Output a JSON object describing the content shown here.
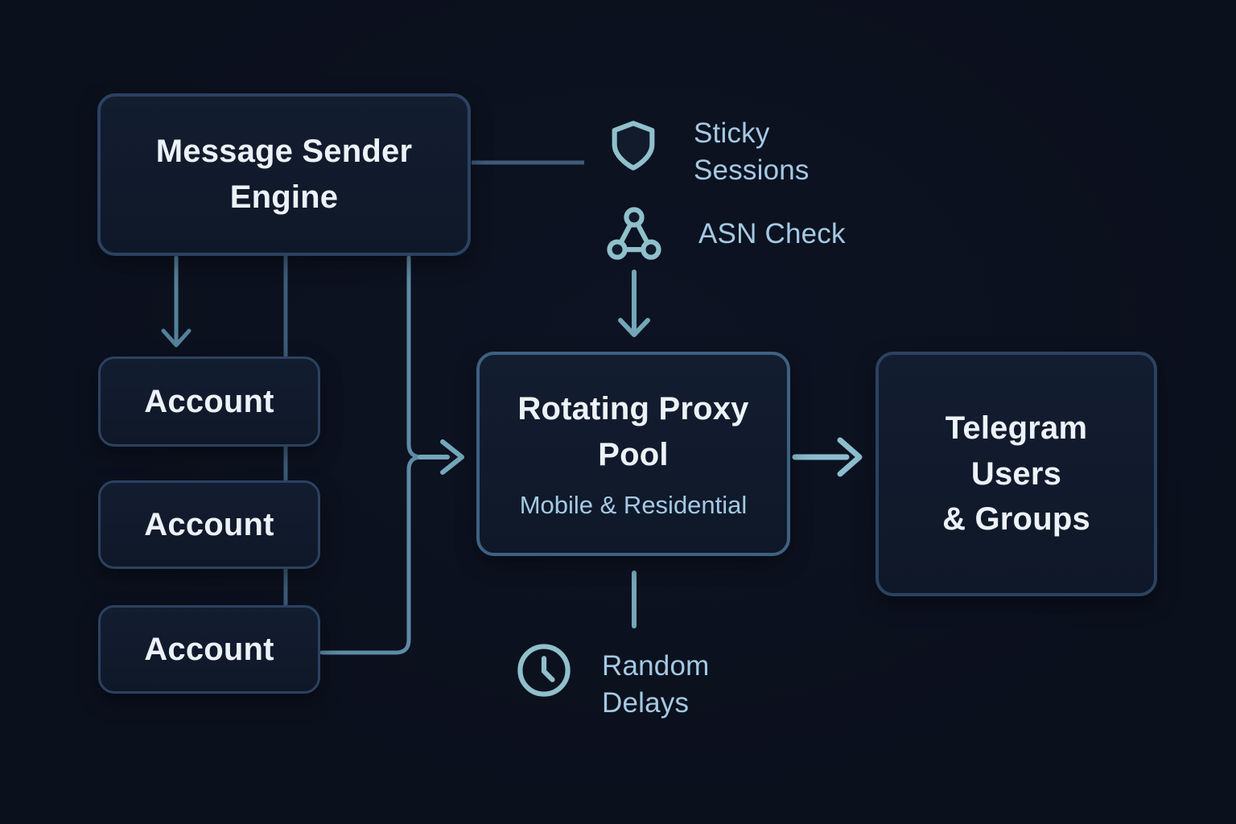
{
  "diagram": {
    "engine": {
      "title": "Message Sender\nEngine"
    },
    "accounts": [
      {
        "label": "Account"
      },
      {
        "label": "Account"
      },
      {
        "label": "Account"
      }
    ],
    "proxy": {
      "title": "Rotating Proxy\nPool",
      "subtitle": "Mobile & Residential"
    },
    "telegram": {
      "title": "Telegram\nUsers\n& Groups"
    },
    "annotations": {
      "sticky": {
        "icon": "shield-icon",
        "label": "Sticky\nSessions"
      },
      "asn": {
        "icon": "network-icon",
        "label": "ASN Check"
      },
      "delays": {
        "icon": "clock-icon",
        "label": "Random\nDelays"
      }
    },
    "colors": {
      "background": "#0b101d",
      "background_hi": "#0d1322",
      "node_fill": "#0f1828",
      "node_fill_hi": "#131d30",
      "node_border": "#2b4261",
      "proxy_border": "#3e6183",
      "title": "#edf2f8",
      "label": "#a4c9e3",
      "pipe": "#3e5c78",
      "merge": "#5e8ba5",
      "arrow_soft": "#54819a",
      "arrow_mid": "#74a6ba",
      "arrow_bright": "#8cbecf",
      "icon_stroke": "#8fc0cc",
      "icon_fill": "#111b2c"
    }
  }
}
